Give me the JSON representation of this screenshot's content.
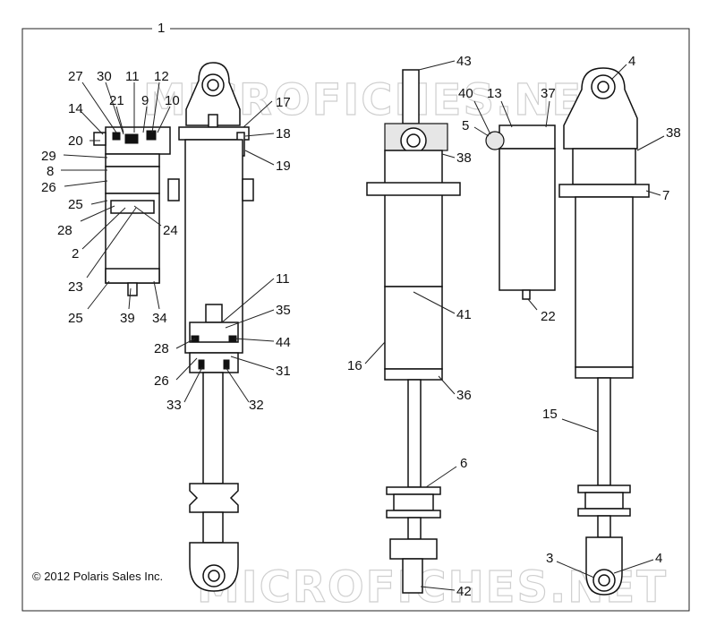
{
  "copyright": "© 2012 Polaris Sales Inc.",
  "watermark": "MICROFICHES.NET",
  "callouts": {
    "c1": "1",
    "c27": "27",
    "c30": "30",
    "c11a": "11",
    "c12": "12",
    "c14": "14",
    "c21": "21",
    "c9": "9",
    "c10": "10",
    "c20": "20",
    "c29": "29",
    "c8": "8",
    "c26a": "26",
    "c25a": "25",
    "c28a": "28",
    "c24": "24",
    "c2": "2",
    "c23": "23",
    "c25b": "25",
    "c39": "39",
    "c34": "34",
    "c17": "17",
    "c18": "18",
    "c19": "19",
    "c11b": "11",
    "c35": "35",
    "c28b": "28",
    "c44": "44",
    "c26b": "26",
    "c31": "31",
    "c33": "33",
    "c32": "32",
    "c43": "43",
    "c40": "40",
    "c13": "13",
    "c37": "37",
    "c4a": "4",
    "c5": "5",
    "c38a": "38",
    "c38b": "38",
    "c7": "7",
    "c41": "41",
    "c22": "22",
    "c16": "16",
    "c36": "36",
    "c15": "15",
    "c6": "6",
    "c3": "3",
    "c4b": "4",
    "c42": "42"
  }
}
